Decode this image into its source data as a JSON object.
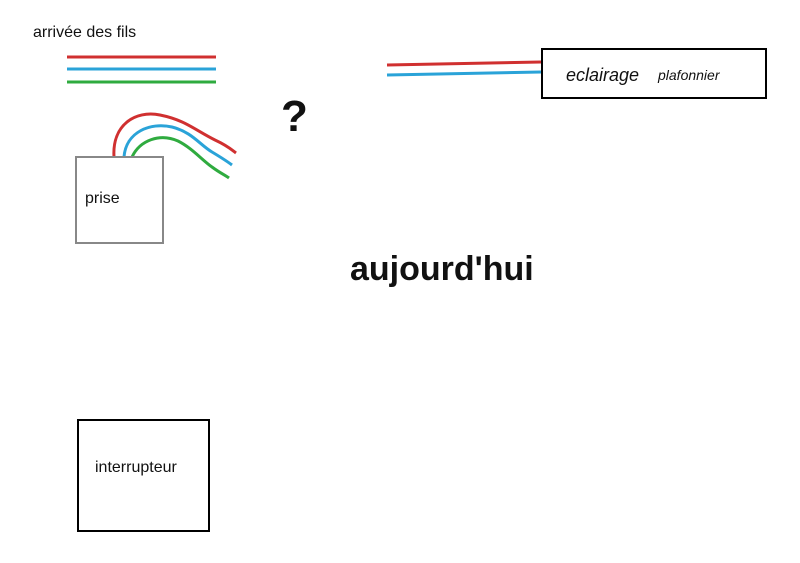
{
  "labels": {
    "arrivee": "arrivée des fils",
    "prise": "prise",
    "interrupteur": "interrupteur",
    "eclairage": "eclairage",
    "plafonnier": "plafonnier",
    "question": "?",
    "title": "aujourd'hui"
  },
  "colors": {
    "wire_red": "#d03030",
    "wire_blue": "#2aa3d8",
    "wire_green": "#2fab3f",
    "prise_border": "#888888",
    "box_border": "#000000"
  }
}
